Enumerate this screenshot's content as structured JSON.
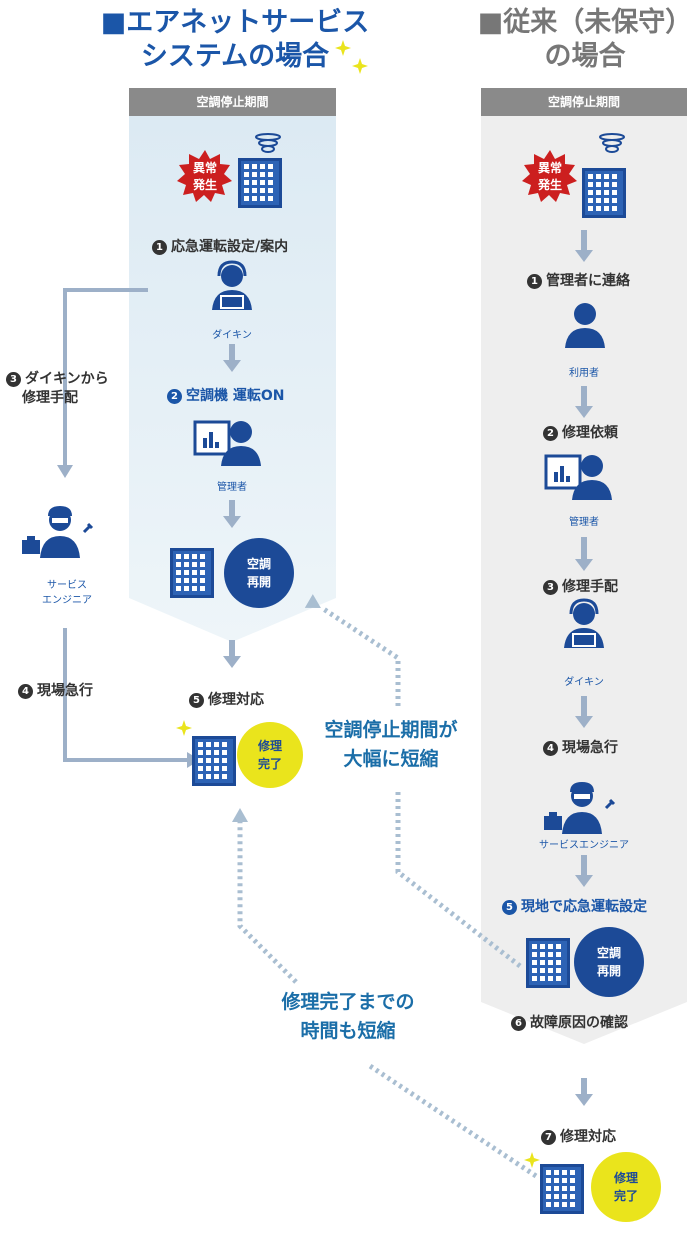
{
  "colors": {
    "blue": "#1b56a8",
    "navy": "#1c4a97",
    "panel_left": "#e6f0f6",
    "panel_right": "#eeeeee",
    "arrow": "#9db0c8",
    "dotted": "#a9bed1",
    "yellow": "#eae41c",
    "red": "#cc1f1f"
  },
  "left": {
    "title_line1": "■エアネットサービス",
    "title_line2": "システムの場合",
    "bar": "空調停止期間",
    "burst_l1": "異常",
    "burst_l2": "発生",
    "step1": {
      "num": "1",
      "label": "応急運転設定/案内"
    },
    "daikin_caption": "ダイキン",
    "step2": {
      "num": "2",
      "label": "空調機 運転ON"
    },
    "manager_caption": "管理者",
    "resume_l1": "空調",
    "resume_l2": "再開",
    "step3": {
      "num": "3",
      "line1": "ダイキンから",
      "line2": "修理手配"
    },
    "engineer_l1": "サービス",
    "engineer_l2": "エンジニア",
    "step4": {
      "num": "4",
      "label": "現場急行"
    },
    "step5": {
      "num": "5",
      "label": "修理対応"
    },
    "complete_l1": "修理",
    "complete_l2": "完了"
  },
  "right": {
    "title_line1": "■従来（未保守）",
    "title_line2": "の場合",
    "bar": "空調停止期間",
    "burst_l1": "異常",
    "burst_l2": "発生",
    "step1": {
      "num": "1",
      "label": "管理者に連絡"
    },
    "user_caption": "利用者",
    "step2": {
      "num": "2",
      "label": "修理依頼"
    },
    "manager_caption": "管理者",
    "step3": {
      "num": "3",
      "label": "修理手配"
    },
    "daikin_caption": "ダイキン",
    "step4": {
      "num": "4",
      "label": "現場急行"
    },
    "engineer_caption": "サービスエンジニア",
    "step5": {
      "num": "5",
      "label": "現地で応急運転設定"
    },
    "resume_l1": "空調",
    "resume_l2": "再開",
    "step6": {
      "num": "6",
      "label": "故障原因の確認"
    },
    "step7": {
      "num": "7",
      "label": "修理対応"
    },
    "complete_l1": "修理",
    "complete_l2": "完了"
  },
  "callouts": {
    "downtime_l1": "空調停止期間が",
    "downtime_l2": "大幅に短縮",
    "repair_l1": "修理完了までの",
    "repair_l2": "時間も短縮"
  }
}
